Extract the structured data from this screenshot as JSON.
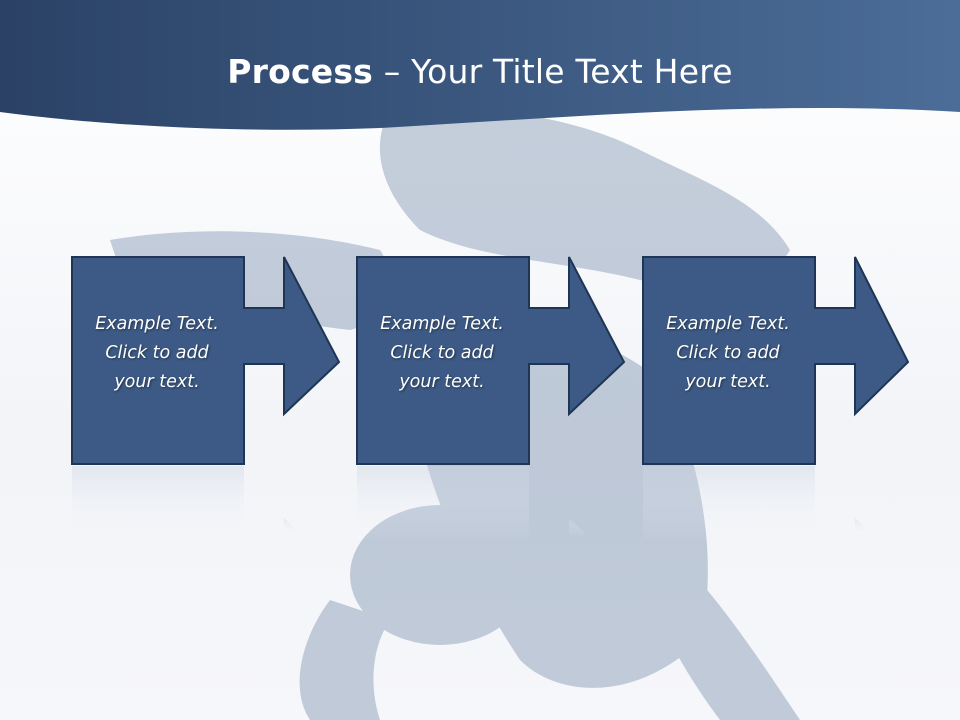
{
  "title": {
    "bold": "Process",
    "rest": " – Your Title Text Here"
  },
  "steps": [
    {
      "lines": [
        "Example Text.",
        "Click  to add",
        "your text."
      ]
    },
    {
      "lines": [
        "Example Text.",
        "Click  to add",
        "your text."
      ]
    },
    {
      "lines": [
        "Example Text.",
        "Click  to add",
        "your text."
      ]
    }
  ],
  "colors": {
    "header_dark": "#2d4468",
    "header_light": "#4a6c96",
    "box_fill": "#3c5a85",
    "box_stroke": "#1f3554"
  }
}
